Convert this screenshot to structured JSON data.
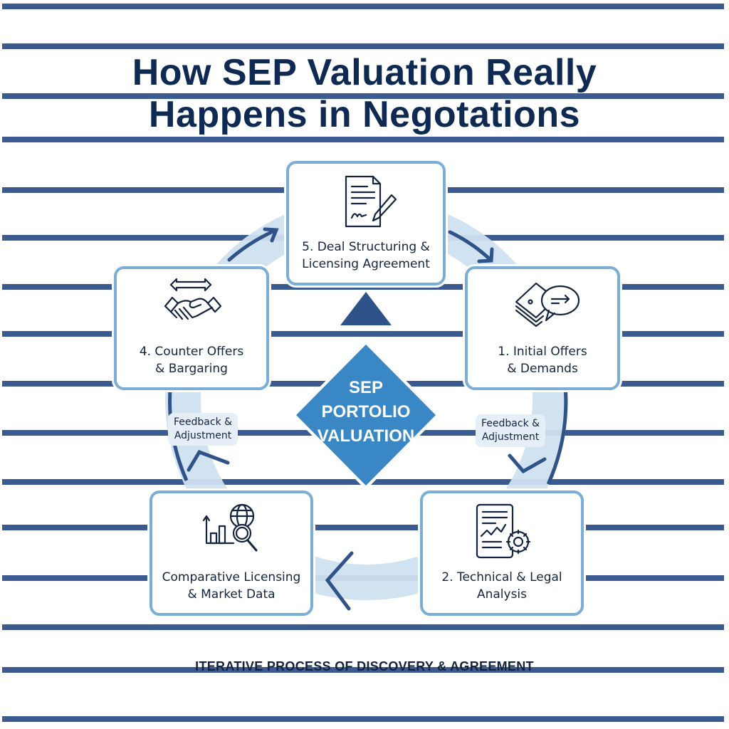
{
  "title": {
    "line1": "How SEP Valuation Really",
    "line2": "Happens in Negotations"
  },
  "center": {
    "line1": "SEP",
    "line2": "PORTOLIO",
    "line3": "VALUATION"
  },
  "steps": [
    {
      "id": "step-1",
      "line1": "1. Initial Offers",
      "line2": "& Demands",
      "icon": "money-speech-bubble-icon"
    },
    {
      "id": "step-2",
      "line1": "2. Technical & Legal",
      "line2": "Analysis",
      "icon": "document-chart-gear-icon"
    },
    {
      "id": "step-3",
      "line1": "Comparative Licensing",
      "line2": "& Market Data",
      "icon": "chart-globe-magnifier-icon"
    },
    {
      "id": "step-4",
      "line1": "4. Counter Offers",
      "line2": "& Bargaring",
      "icon": "handshake-arrows-icon"
    },
    {
      "id": "step-5",
      "line1": "5. Deal Structuring &",
      "line2": "Licensing Agreement",
      "icon": "signed-document-pen-icon"
    }
  ],
  "feedback_left": {
    "line1": "Feedback &",
    "line2": "Adjustment"
  },
  "feedback_right": {
    "line1": "Feedback &",
    "line2": "Adjustment"
  },
  "footer": "ITERATIVE PROCESS OF DISCOVERY & AGREEMENT",
  "colors": {
    "stripe": "#3b5a8f",
    "title": "#0f2a52",
    "box_border": "#7aaed6",
    "diamond": "#3a87c6",
    "ring": "#cfe0ef",
    "arrow": "#2f5288"
  }
}
